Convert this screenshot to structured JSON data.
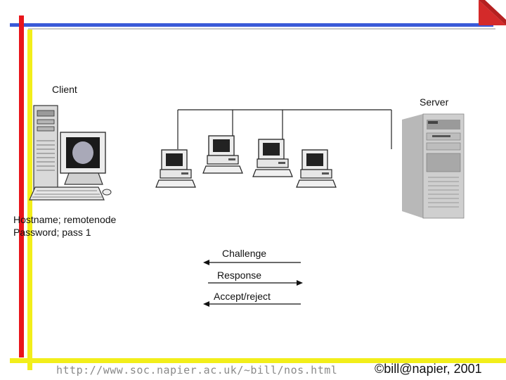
{
  "slide": {
    "client_label": "Client",
    "server_label": "Server",
    "client_credentials": [
      "Hostname; remotenode",
      "Password; pass 1"
    ],
    "messages": [
      {
        "label": "Challenge",
        "direction": "left"
      },
      {
        "label": "Response",
        "direction": "right"
      },
      {
        "label": "Accept/reject",
        "direction": "left"
      }
    ],
    "footer_url": "http://www.soc.napier.ac.uk/~bill/nos.html",
    "footer_copyright": "©bill@napier, 2001"
  },
  "colors": {
    "red_bar": "#e8151b",
    "yellow_bar": "#f2ee1a",
    "blue_line": "#3a5ad8",
    "footer_bar": "#f2ee1a",
    "corner_triangle": "#d42a2a"
  },
  "icons": [
    "desktop-computer-icon",
    "network-workstation-icon",
    "server-tower-icon",
    "arrow-left-icon",
    "arrow-right-icon"
  ]
}
